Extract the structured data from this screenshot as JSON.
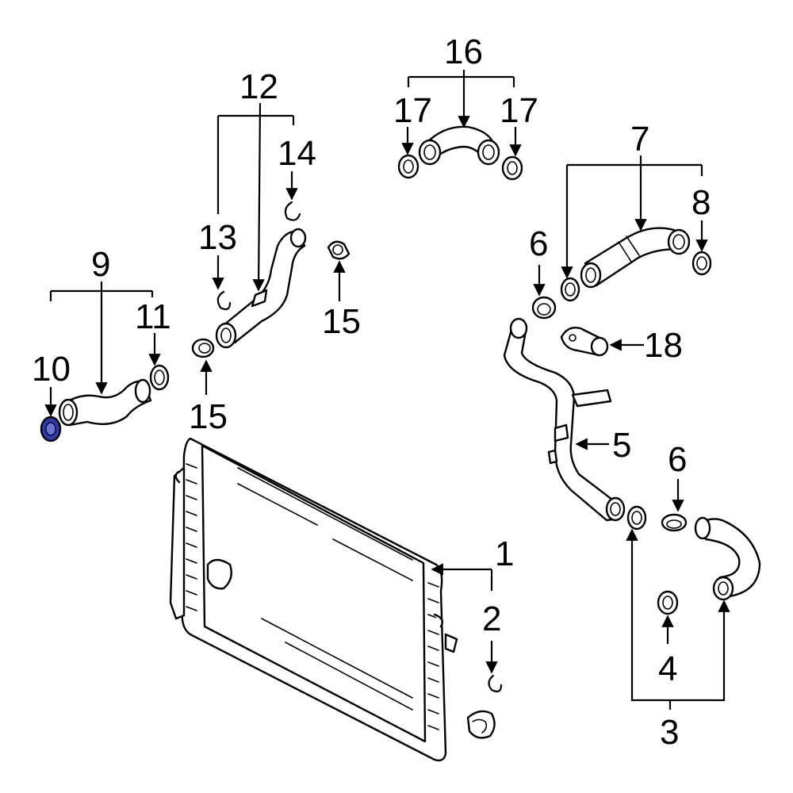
{
  "diagram": {
    "callouts": {
      "c1": "1",
      "c2": "2",
      "c3": "3",
      "c4": "4",
      "c5": "5",
      "c6a": "6",
      "c6b": "6",
      "c7": "7",
      "c8": "8",
      "c9": "9",
      "c10": "10",
      "c11": "11",
      "c12": "12",
      "c13": "13",
      "c14": "14",
      "c15a": "15",
      "c15b": "15",
      "c16": "16",
      "c17a": "17",
      "c17b": "17",
      "c18": "18"
    },
    "colors": {
      "line": "#000000",
      "background": "#ffffff",
      "highlight": "#2f3aa8"
    }
  }
}
